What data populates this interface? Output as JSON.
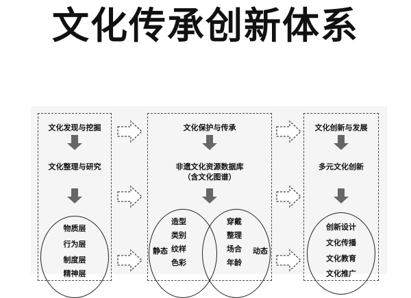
{
  "title": "文化传承创新体系",
  "col1": {
    "step1": "文化发现与挖掘",
    "step2": "文化整理与研究",
    "layers": [
      "物质层",
      "行为层",
      "制度层",
      "精神层"
    ]
  },
  "col2": {
    "step1": "文化保护与传承",
    "step2_line1": "非遗文化资源数据库",
    "step2_line2": "（含文化图谱）",
    "static_label": "静态",
    "static_items": [
      "造型",
      "类别",
      "纹样",
      "色彩"
    ],
    "dynamic_items": [
      "穿戴",
      "整理",
      "场合",
      "年龄"
    ],
    "dynamic_label": "动态"
  },
  "col3": {
    "step1": "文化创新与发展",
    "step2": "多元文化创新",
    "items": [
      "创新设计",
      "文化传播",
      "文化教育",
      "文化推广"
    ]
  }
}
